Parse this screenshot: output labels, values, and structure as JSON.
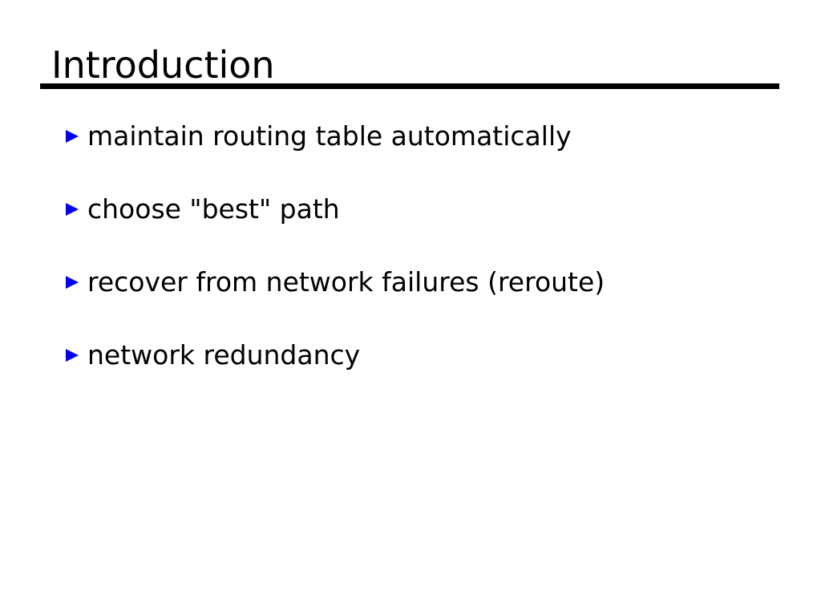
{
  "slide": {
    "title": "Introduction",
    "bullets": [
      "maintain routing table automatically",
      "choose \"best\" path",
      "recover from network failures (reroute)",
      "network redundancy"
    ],
    "colors": {
      "background": "#FFFFFF",
      "title_text": "#000000",
      "body_text": "#000000",
      "title_rule": "#000000",
      "bullet_marker": "#0000EE"
    }
  }
}
